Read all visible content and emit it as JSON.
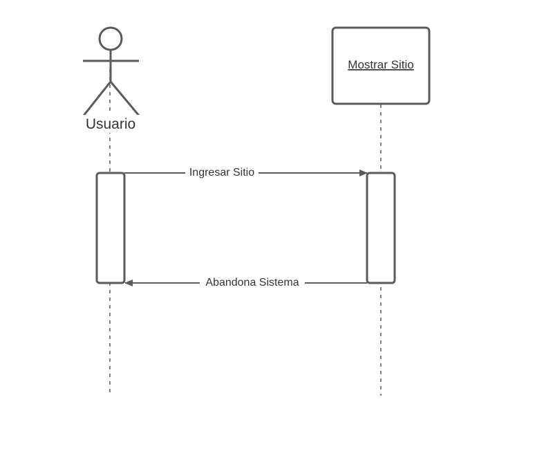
{
  "actor": {
    "label": "Usuario"
  },
  "object": {
    "label": "Mostrar Sitio"
  },
  "messages": [
    {
      "label": "Ingresar Sitio"
    },
    {
      "label": "Abandona Sistema"
    }
  ],
  "colors": {
    "stroke": "#5a5a5a",
    "text": "#333333",
    "background": "#ffffff"
  }
}
